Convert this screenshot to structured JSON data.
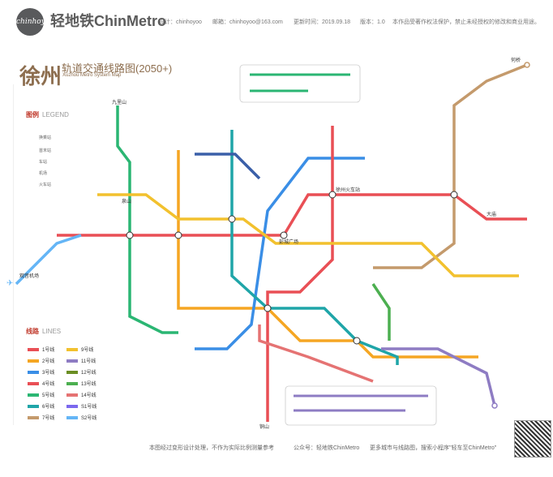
{
  "header": {
    "logo_text": "chinhoyoo",
    "brand": "轻地铁ChinMetro",
    "designer": "设计：chinhoyoo",
    "email": "邮箱：chinhoyoo@163.com",
    "updated": "更新时间：2019.09.18",
    "version": "版本：1.0",
    "copyright": "本作品受著作权法保护，禁止未经授权的修改和商业用途。"
  },
  "title": {
    "city": "徐州",
    "subtitle": "轨道交通线路图(2050+)",
    "english": "Xuzhou Metro System Map"
  },
  "legend": {
    "title": "图例",
    "title_en": "LEGEND",
    "items": [
      "换乘站",
      "首末站",
      "车站",
      "机场",
      "火车站"
    ]
  },
  "lines_section": {
    "title": "线路",
    "title_en": "LINES",
    "lines": [
      {
        "name": "1号线",
        "color": "#e94f55"
      },
      {
        "name": "2号线",
        "color": "#f5a623"
      },
      {
        "name": "3号线",
        "color": "#3a8ee6"
      },
      {
        "name": "4号线",
        "color": "#e94f55"
      },
      {
        "name": "5号线",
        "color": "#2bb673"
      },
      {
        "name": "6号线",
        "color": "#1fa5a8"
      },
      {
        "name": "7号线",
        "color": "#c49a6c"
      },
      {
        "name": "9号线",
        "color": "#f2c12e"
      },
      {
        "name": "11号线",
        "color": "#8e7cc3"
      },
      {
        "name": "12号线",
        "color": "#6b8e23"
      },
      {
        "name": "13号线",
        "color": "#4caf50"
      },
      {
        "name": "14号线",
        "color": "#e57373"
      },
      {
        "name": "S1号线",
        "color": "#7b68ee"
      },
      {
        "name": "S2号线",
        "color": "#64b5f6"
      }
    ]
  },
  "stations": {
    "north": "九里山",
    "center_a": "彭城广场",
    "center_b": "徐州火车站",
    "east_a": "大庙",
    "airport": "观音机场",
    "west": "泉山",
    "south": "铜山",
    "northeast": "何桥"
  },
  "footer": {
    "note": "本图经过变形设计处理，不作为实际比例测量参考",
    "account": "公众号：轻地铁ChinMetro",
    "more": "更多城市与线路图，搜索小程序\"轻车至ChinMetro\""
  },
  "colors": {
    "brown": "#8d6e4f",
    "red": "#e94f55",
    "blue": "#3a8ee6",
    "green": "#2bb673",
    "orange": "#f5a623",
    "purple": "#8e7cc3"
  }
}
